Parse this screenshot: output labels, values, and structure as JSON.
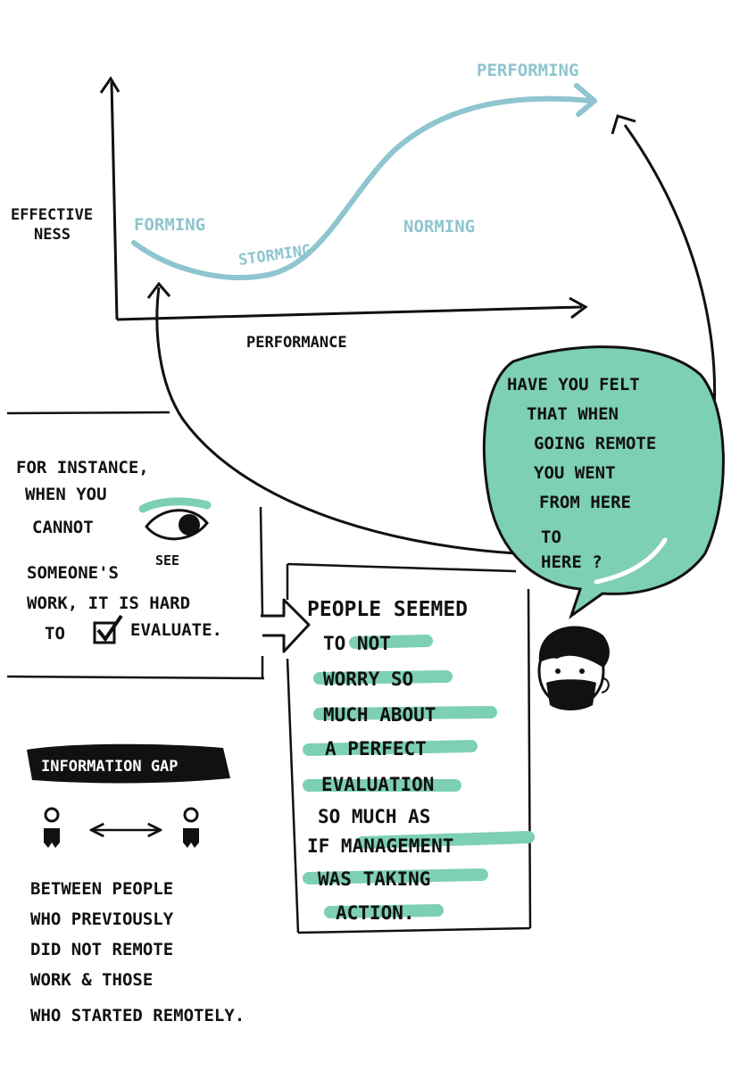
{
  "colors": {
    "ink": "#111111",
    "curve_teal": "#8ec5cf",
    "highlight_teal": "#7dcfb6",
    "bubble_teal": "#7dcfb6"
  },
  "chart": {
    "y_label_line1": "EFFECTIVE",
    "y_label_line2": "NESS",
    "x_label": "PERFORMANCE",
    "stages": [
      "FORMING",
      "STORMING",
      "NORMING",
      "PERFORMING"
    ]
  },
  "speech_bubble": {
    "lines": [
      "HAVE YOU FELT",
      "THAT WHEN",
      "GOING REMOTE",
      "YOU WENT",
      "FROM HERE",
      "TO",
      "HERE ?"
    ]
  },
  "instance_box": {
    "lines": [
      "FOR INSTANCE,",
      "WHEN YOU",
      "CANNOT",
      "SOMEONE'S",
      "WORK, IT IS HARD",
      "TO",
      "EVALUATE."
    ],
    "see_label": "SEE",
    "eye_icon": "eye-icon",
    "checkbox_icon": "checkbox-icon"
  },
  "people_box": {
    "lines": [
      "PEOPLE SEEMED",
      "TO NOT",
      "WORRY SO",
      "MUCH ABOUT",
      "A PERFECT",
      "EVALUATION",
      "SO MUCH AS",
      "IF MANAGEMENT",
      "WAS TAKING",
      "ACTION."
    ]
  },
  "info_gap": {
    "title": "INFORMATION GAP",
    "lines": [
      "BETWEEN PEOPLE",
      "WHO PREVIOUSLY",
      "DID NOT REMOTE",
      "WORK & THOSE",
      "WHO STARTED REMOTELY."
    ]
  }
}
